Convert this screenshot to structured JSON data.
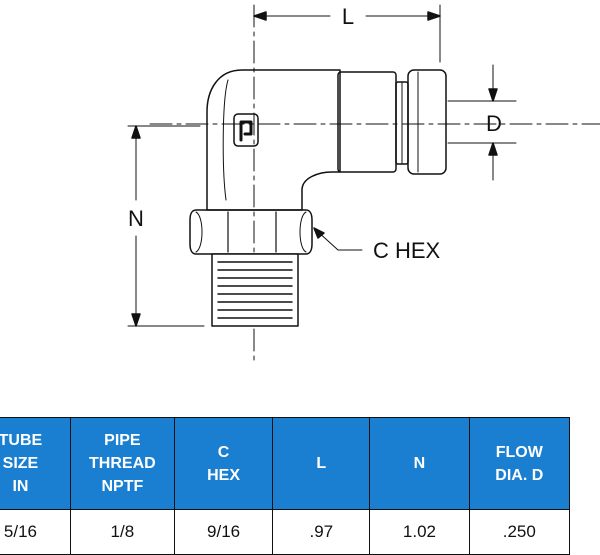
{
  "drawing": {
    "dimension_labels": {
      "length": "L",
      "diameter": "D",
      "height": "N",
      "hex": "C HEX"
    },
    "line_color": "#111111"
  },
  "table": {
    "header_color": "#1a7fd1",
    "headers": [
      [
        "TUBE",
        "SIZE",
        "IN"
      ],
      [
        "PIPE",
        "THREAD",
        "NPTF"
      ],
      [
        "C",
        "HEX"
      ],
      [
        "L"
      ],
      [
        "N"
      ],
      [
        "FLOW",
        "DIA. D"
      ]
    ],
    "rows": [
      [
        "5/16",
        "1/8",
        "9/16",
        ".97",
        "1.02",
        ".250"
      ]
    ]
  }
}
